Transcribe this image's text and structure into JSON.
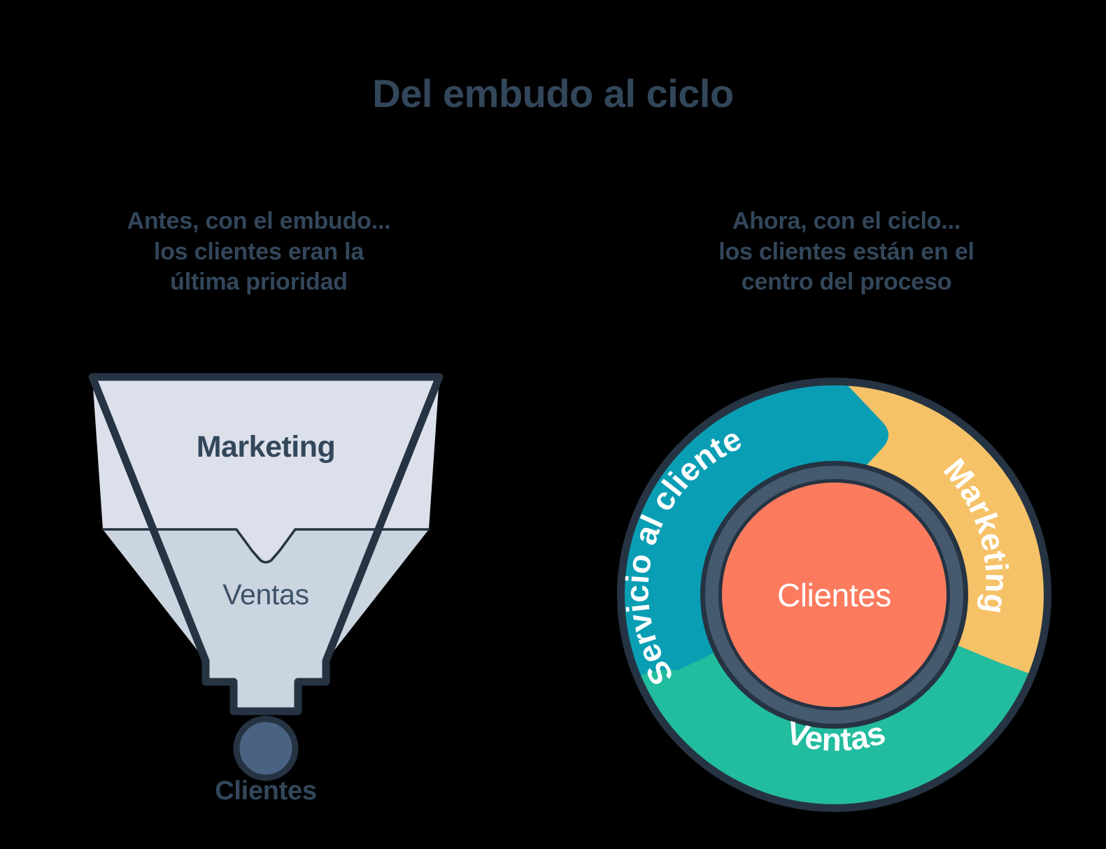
{
  "title": "Del embudo al ciclo",
  "columns": {
    "left": {
      "heading_lines": [
        "Antes, con el embudo...",
        "los clientes eran la",
        "última prioridad"
      ],
      "funnel": {
        "top_stage_label": "Marketing",
        "bottom_stage_label": "Ventas",
        "outcome_label": "Clientes"
      }
    },
    "right": {
      "heading_lines": [
        "Ahora, con el ciclo...",
        "los clientes están en el",
        "centro del proceso"
      ],
      "flywheel": {
        "center_label": "Clientes",
        "segments": [
          {
            "label": "Marketing",
            "color": "#F5C267"
          },
          {
            "label": "Ventas",
            "color": "#22BC9E"
          },
          {
            "label": "Servicio al cliente",
            "color": "#0A9EB4"
          }
        ]
      }
    }
  },
  "colors": {
    "background": "#000000",
    "ink": "#33475B",
    "outline": "#253342",
    "funnel_top_fill": "#DCE0EA",
    "funnel_bottom_fill": "#CAD5E0",
    "outcome_dot_fill": "#4A6382",
    "center_circle_fill": "#FC7B5E",
    "center_ring_fill": "#45596F",
    "marketing": "#F5C267",
    "ventas": "#22BC9E",
    "servicio": "#0A9EB4"
  }
}
